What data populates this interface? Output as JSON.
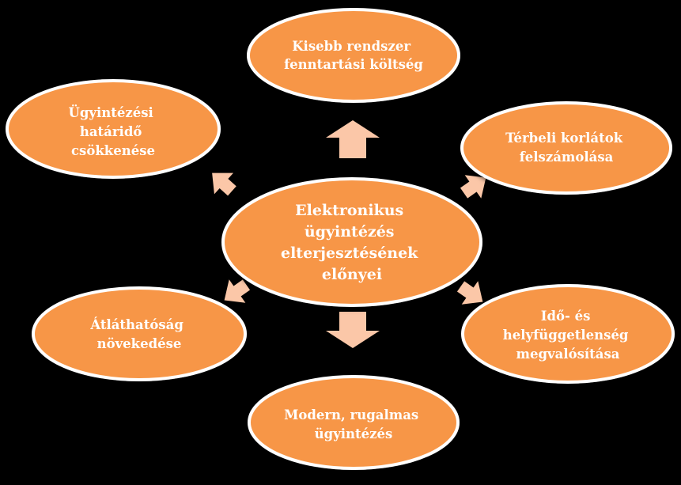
{
  "colors": {
    "background": "#000000",
    "node_fill": "#f79646",
    "node_stroke": "#ffffff",
    "arrow_fill": "#fbc7a8",
    "text": "#ffffff"
  },
  "center": {
    "lines": [
      "Elektronikus",
      "ügyintézés",
      "elterjesztésének",
      "előnyei"
    ]
  },
  "nodes": {
    "top": {
      "lines": [
        "Kisebb rendszer",
        "fenntartási költség"
      ]
    },
    "upper_right": {
      "lines": [
        "Térbeli korlátok",
        "felszámolása"
      ]
    },
    "lower_right": {
      "lines": [
        "Idő- és",
        "helyfüggetlenség",
        "megvalósítása"
      ]
    },
    "bottom": {
      "lines": [
        "Modern, rugalmas",
        "ügyintézés"
      ]
    },
    "lower_left": {
      "lines": [
        "Átláthatóság",
        "növekedése"
      ]
    },
    "upper_left": {
      "lines": [
        "Ügyintézési",
        "határidő",
        "csökkenése"
      ]
    }
  }
}
